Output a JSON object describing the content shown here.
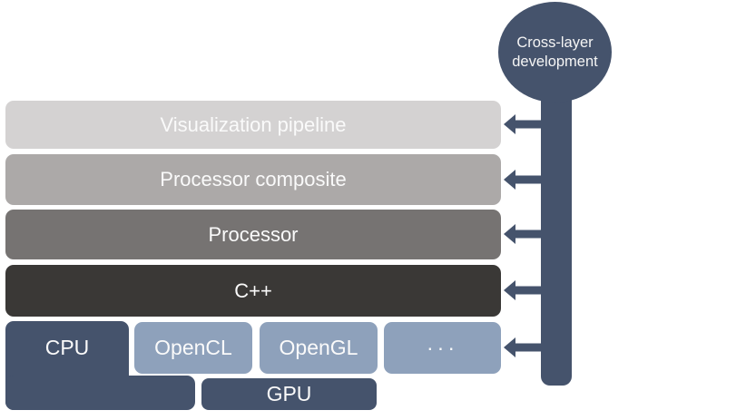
{
  "colors": {
    "dark_blue": "#45536c",
    "light_blue": "#8ea1bb",
    "layer_light_gray": "#d4d2d2",
    "layer_medium_gray": "#aca9a8",
    "layer_dark_gray": "#767372",
    "layer_charcoal": "#3a3836",
    "label_text": "#fafafa",
    "background": "#ffffff"
  },
  "layers": [
    {
      "label": "Visualization pipeline"
    },
    {
      "label": "Processor composite"
    },
    {
      "label": "Processor"
    },
    {
      "label": "C++"
    }
  ],
  "hardware": {
    "cpu_label": "CPU",
    "opencl_label": "OpenCL",
    "opengl_label": "OpenGL",
    "more_label": "···",
    "gpu_label": "GPU"
  },
  "cross_layer": {
    "line1": "Cross-layer",
    "line2": "development",
    "arrow_count": 5
  }
}
